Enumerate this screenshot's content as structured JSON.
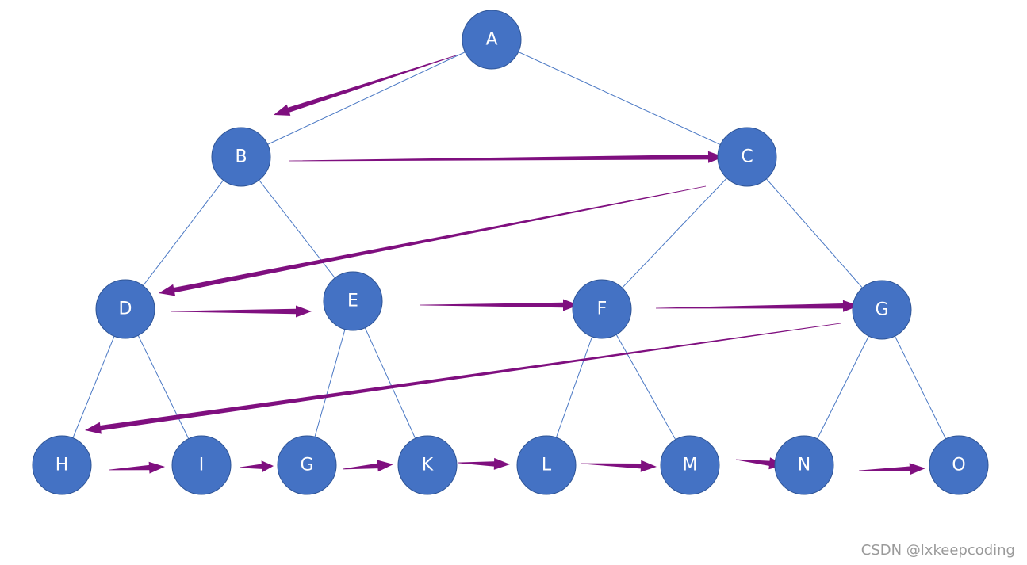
{
  "diagram": {
    "nodes": {
      "A": "A",
      "B": "B",
      "C": "C",
      "D": "D",
      "E": "E",
      "F": "F",
      "G1": "G",
      "H": "H",
      "I": "I",
      "G2": "G",
      "K": "K",
      "L": "L",
      "M": "M",
      "N": "N",
      "O": "O"
    },
    "edges": [
      [
        "A",
        "B"
      ],
      [
        "A",
        "C"
      ],
      [
        "B",
        "D"
      ],
      [
        "B",
        "E"
      ],
      [
        "C",
        "F"
      ],
      [
        "C",
        "G1"
      ],
      [
        "D",
        "H"
      ],
      [
        "D",
        "I"
      ],
      [
        "E",
        "G2"
      ],
      [
        "E",
        "K"
      ],
      [
        "F",
        "L"
      ],
      [
        "F",
        "M"
      ],
      [
        "G1",
        "N"
      ],
      [
        "G1",
        "O"
      ]
    ],
    "traversal_order": [
      "A",
      "B",
      "C",
      "D",
      "E",
      "F",
      "G1",
      "H",
      "I",
      "G2",
      "K",
      "L",
      "M",
      "N",
      "O"
    ]
  },
  "watermark": "CSDN @lxkeepcoding",
  "colors": {
    "node_fill": "#4472c4",
    "edge": "#4a78c4",
    "arrow": "#7f0f7f",
    "label": "#ffffff"
  }
}
